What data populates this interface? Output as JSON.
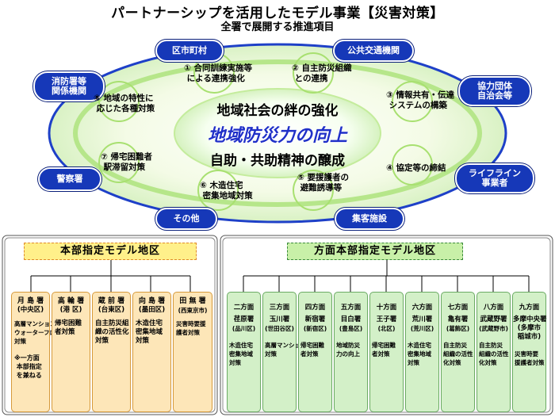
{
  "header": {
    "title": "パートナーシップを活用したモデル事業【災害対策】",
    "subtitle": "全署で展開する推進項目"
  },
  "partners": [
    "区市町村",
    "公共交通機関",
    "消防署等\n関係機関",
    "協力団体\n自治会等",
    "警察署",
    "ライフライン\n事業者",
    "その他",
    "集客施設"
  ],
  "items": [
    "① 合同訓練実施等\n による連携強化",
    "② 自主防災組織\n との連携",
    "③ 情報共有・伝達\n システムの構築",
    "④ 協定等の締結",
    "⑤ 要援護者の\n 避難誘導等",
    "⑥ 木造住宅\n 密集地域対策",
    "⑦ 帰宅困難者\n 駅滞留対策",
    "⑧ 地域の特性に\n 応じた各種対策"
  ],
  "center": {
    "line1": "地域社会の絆の強化",
    "headline": "地域防災力の向上",
    "line2": "自助・共助精神の醸成"
  },
  "honbu": {
    "title": "本部指定モデル地区",
    "stations": [
      {
        "name": "月 島 署",
        "area": "(中央区)",
        "desc": "高層マンション\nウォーターフロント\n対策",
        "note": "※一方面\n 本部指定\n を兼ねる"
      },
      {
        "name": "高 輪 署",
        "area": "(港 区)",
        "desc": "帰宅困難\n者対策",
        "note": ""
      },
      {
        "name": "蔵 前 署",
        "area": "(台東区)",
        "desc": "自主防災組\n織の活性化\n対策",
        "note": ""
      },
      {
        "name": "向 島 署",
        "area": "(墨田区)",
        "desc": "木造住宅\n密集地域\n対策",
        "note": ""
      },
      {
        "name": "田 無 署",
        "area": "(西東京市)",
        "desc": "災害時要援\n護者対策",
        "note": ""
      }
    ]
  },
  "homen": {
    "title": "方面本部指定モデル地区",
    "stations": [
      {
        "div": "二方面",
        "name": "荏原署",
        "area": "(品川区)",
        "desc": "木造住宅\n密集地域\n対策"
      },
      {
        "div": "三方面",
        "name": "玉川署",
        "area": "(世田谷区)",
        "desc": "高層マンション\n対策"
      },
      {
        "div": "四方面",
        "name": "新宿署",
        "area": "(新宿区)",
        "desc": "帰宅困難\n者対策"
      },
      {
        "div": "五方面",
        "name": "目白署",
        "area": "(豊島区)",
        "desc": "地域防災\n力の向上"
      },
      {
        "div": "十方面",
        "name": "王子署",
        "area": "(北区)",
        "desc": "帰宅困難\n者対策"
      },
      {
        "div": "六方面",
        "name": "荒川署",
        "area": "(荒川区)",
        "desc": "木造住宅\n密集地域\n対策"
      },
      {
        "div": "七方面",
        "name": "亀有署",
        "area": "(葛飾区)",
        "desc": "自主防災\n組織の活性\n化対策"
      },
      {
        "div": "八方面",
        "name": "武蔵野署",
        "area": "(武蔵野市)",
        "desc": "自主防災\n組織の活性\n化対策"
      },
      {
        "div": "九方面",
        "name": "多摩中央署\n(多摩市\n稲城市)",
        "area": "",
        "desc": "災害時要\n援護者対策"
      }
    ]
  },
  "colors": {
    "pill_blue": "#1638b8",
    "ellipse_outer": "#1e40c8",
    "ellipse_fill": "#e8f8d8",
    "ring_green": "#a8e070",
    "honbu_title_bg": "#fff08a",
    "honbu_card": "#fde6b8",
    "homen_title_bg": "#c8f0a8",
    "homen_card": "#d3f0c8",
    "headline": "#2030c8"
  }
}
